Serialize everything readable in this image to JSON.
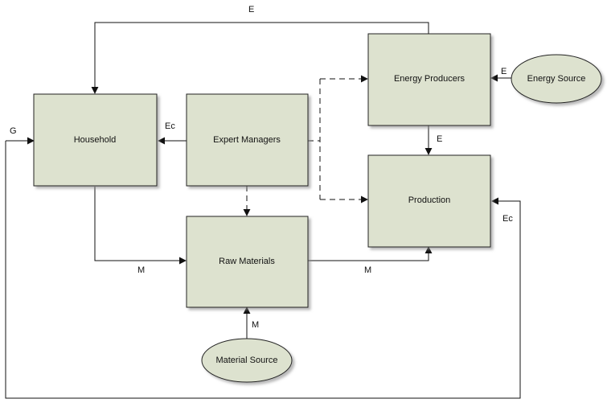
{
  "nodes": {
    "household": "Household",
    "expert_managers": "Expert Managers",
    "energy_producers": "Energy Producers",
    "energy_source": "Energy Source",
    "production": "Production",
    "raw_materials": "Raw Materials",
    "material_source": "Material Source"
  },
  "edge_labels": {
    "top_e": "E",
    "source_e": "E",
    "producers_to_production_e": "E",
    "ec_household": "Ec",
    "g_household": "G",
    "m_household": "M",
    "m_production": "M",
    "m_material": "M",
    "ec_production": "Ec"
  },
  "colors": {
    "node_fill": "#dde2cf",
    "stroke": "#222222"
  }
}
